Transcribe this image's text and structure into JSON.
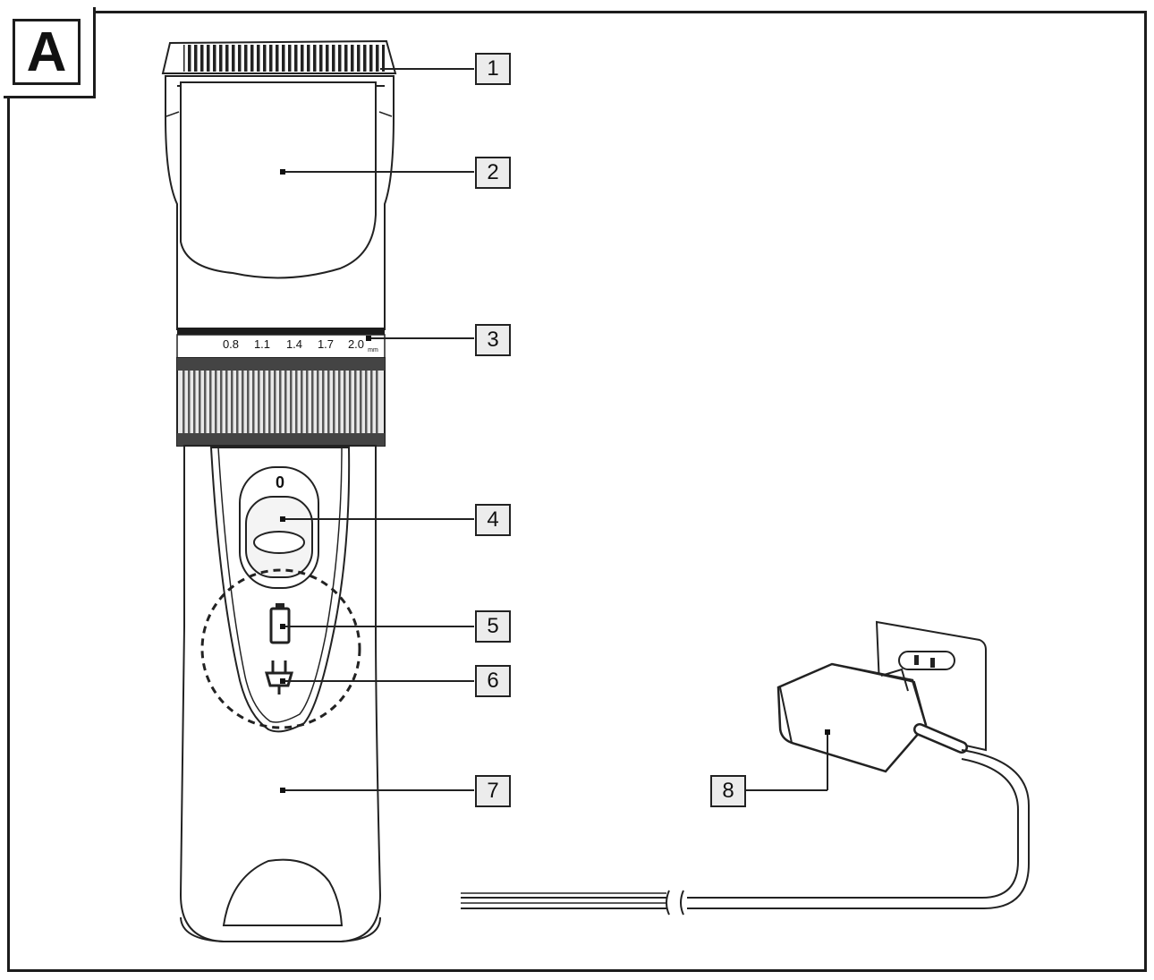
{
  "figure_label": "A",
  "guard_scale": {
    "ticks": [
      "0.8",
      "1.1",
      "1.4",
      "1.7",
      "2.0"
    ],
    "unit": "mm"
  },
  "callouts": [
    "1",
    "2",
    "3",
    "4",
    "5",
    "6",
    "7",
    "8"
  ],
  "switch_mark": "0"
}
